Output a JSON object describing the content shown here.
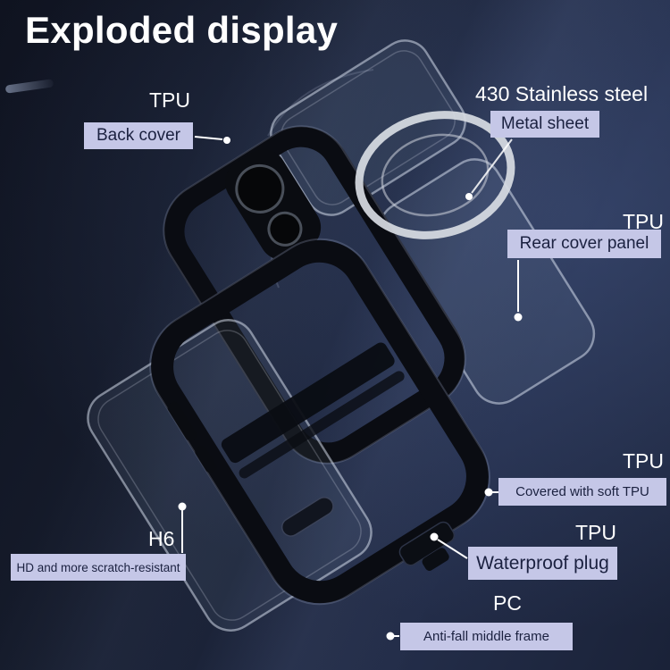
{
  "page": {
    "title": "Exploded display"
  },
  "callouts": {
    "back_cover": {
      "tag": "TPU",
      "label": "Back cover"
    },
    "metal_sheet": {
      "tag": "430 Stainless steel",
      "label": "Metal sheet"
    },
    "rear_cover_panel": {
      "tag": "TPU",
      "label": "Rear cover panel"
    },
    "soft_tpu": {
      "tag": "TPU",
      "label": "Covered with soft TPU"
    },
    "screen_protector": {
      "tag": "H6",
      "label": "HD and more scratch-resistant"
    },
    "waterproof_plug": {
      "tag": "TPU",
      "label": "Waterproof plug"
    },
    "middle_frame": {
      "tag": "PC",
      "label": "Anti-fall middle frame"
    }
  },
  "parts": [
    "screen-protector-top-glass",
    "rear-cover-glass-panel",
    "magsafe-metal-ring",
    "back-cover-frame",
    "camera-lens",
    "middle-frame",
    "front-screen-glass",
    "waterproof-plug"
  ],
  "colors": {
    "background_dark": "#10141f",
    "background_light": "#2b3552",
    "label_background": "#c5c7e7",
    "label_text": "#1b2140",
    "tag_text": "#ffffff",
    "frame_black": "#0a0c12",
    "ring_silver": "#d8dce3"
  }
}
